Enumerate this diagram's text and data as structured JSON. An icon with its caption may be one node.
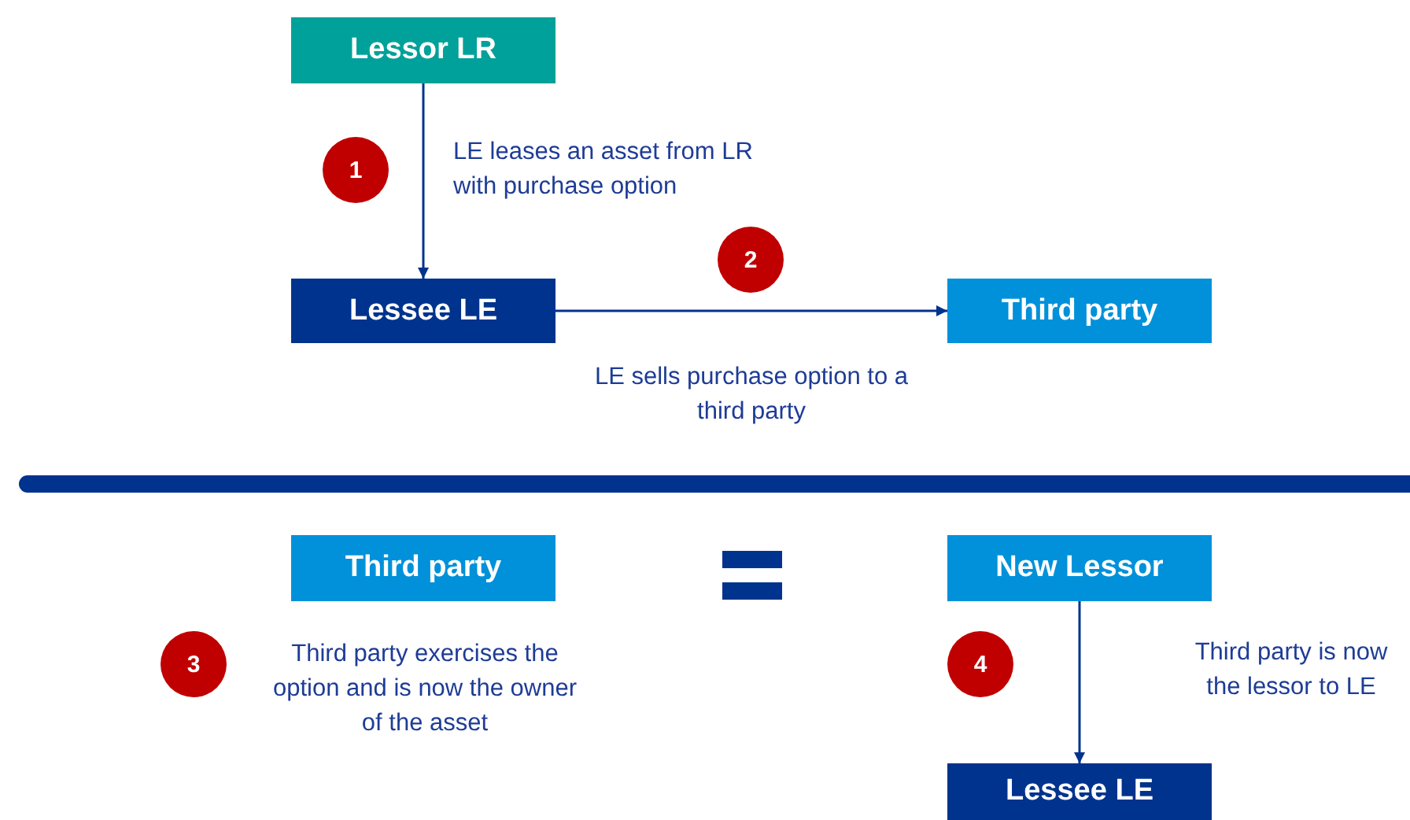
{
  "diagram": {
    "nodes": [
      {
        "text": [
          "Lessor LR"
        ]
      },
      {
        "text": [
          "1"
        ]
      },
      {
        "text": [
          "Lessee LE"
        ]
      },
      {
        "text": [
          "2"
        ]
      },
      {
        "text": [
          "Third party"
        ]
      },
      {
        "text": [
          "Third party"
        ]
      },
      {
        "text": [
          "3"
        ]
      },
      {
        "text": [
          "New Lessor"
        ]
      },
      {
        "text": [
          "4"
        ]
      },
      {
        "text": [
          "Lessee LE"
        ]
      }
    ],
    "edges": [
      {
        "from": 0,
        "to": 2,
        "arrow": "to",
        "label": "LE leases an asset from LR with purchase option"
      },
      {
        "from": 2,
        "to": 4,
        "arrow": "to",
        "label": "LE sells purchase option to a third party"
      },
      {
        "from": 7,
        "to": 9,
        "arrow": "to",
        "label": "Third party is now the lessor to LE"
      }
    ],
    "labels": [
      "Third party exercises the option and is now the owner of the asset"
    ]
  }
}
